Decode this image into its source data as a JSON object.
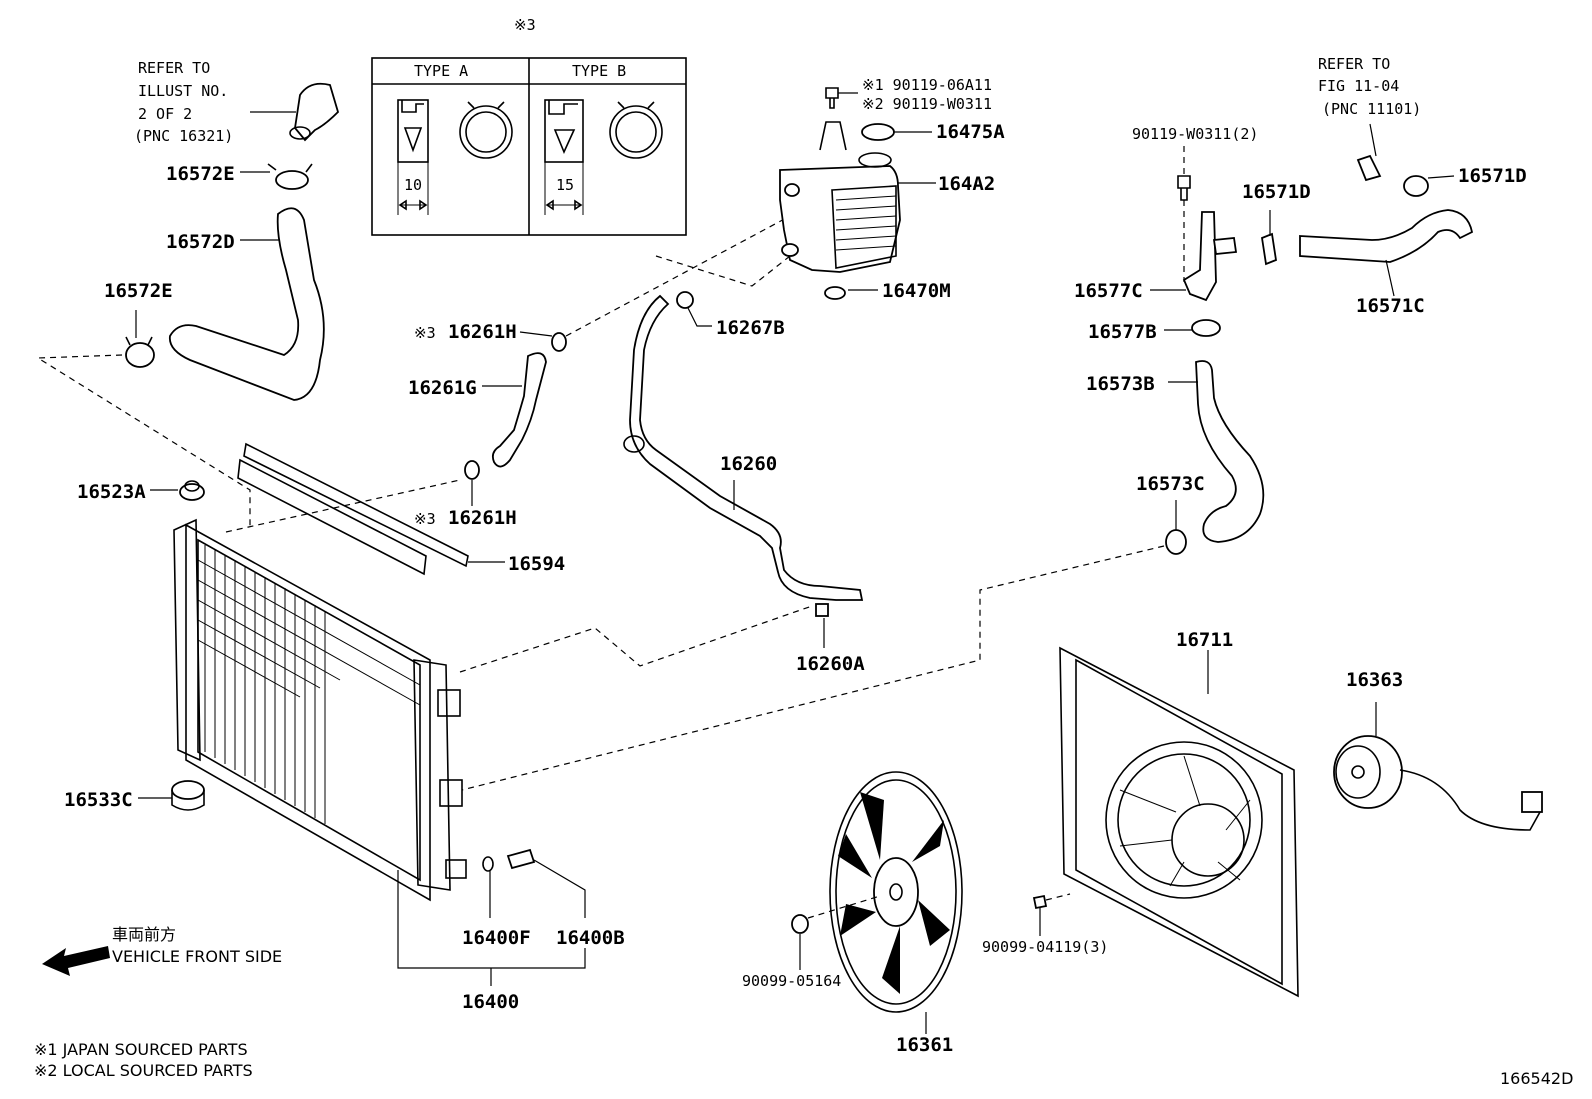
{
  "notes": {
    "ref_mark": "※3",
    "type_a": "TYPE A",
    "type_b": "TYPE B",
    "dim_a": "10",
    "dim_b": "15",
    "refer_left": [
      "REFER TO",
      "ILLUST NO.",
      "2 OF 2",
      "(PNC 16321)"
    ],
    "refer_right": [
      "REFER TO",
      "FIG 11-04",
      "(PNC 11101)"
    ],
    "front_jp": "車両前方",
    "front_en": "VEHICLE FRONT SIDE",
    "footnote_1": "※1 JAPAN SOURCED PARTS",
    "footnote_2": "※2 LOCAL SOURCED PARTS",
    "figure_id": "166542D"
  },
  "parts": {
    "p16572E_top": "16572E",
    "p16572D": "16572D",
    "p16572E_left": "16572E",
    "p16523A": "16523A",
    "p16533C": "16533C",
    "p16261H_top": "16261H",
    "p16261G": "16261G",
    "p16261H_bot": "16261H",
    "p16594": "16594",
    "p16267B": "16267B",
    "p16260": "16260",
    "p16260A": "16260A",
    "p90119_06A11": "※1 90119-06A11",
    "p90119_W0311": "※2 90119-W0311",
    "p16475A": "16475A",
    "p164A2": "164A2",
    "p16470M": "16470M",
    "p90119_W0311_2": "90119-W0311(2)",
    "p16571D_left": "16571D",
    "p16571D_right": "16571D",
    "p16571C": "16571C",
    "p16577C": "16577C",
    "p16577B": "16577B",
    "p16573B": "16573B",
    "p16573C": "16573C",
    "p16711": "16711",
    "p16363": "16363",
    "p90099_04119": "90099-04119(3)",
    "p90099_05164": "90099-05164",
    "p16361": "16361",
    "p16400F": "16400F",
    "p16400B": "16400B",
    "p16400": "16400",
    "mark3": "※3"
  }
}
